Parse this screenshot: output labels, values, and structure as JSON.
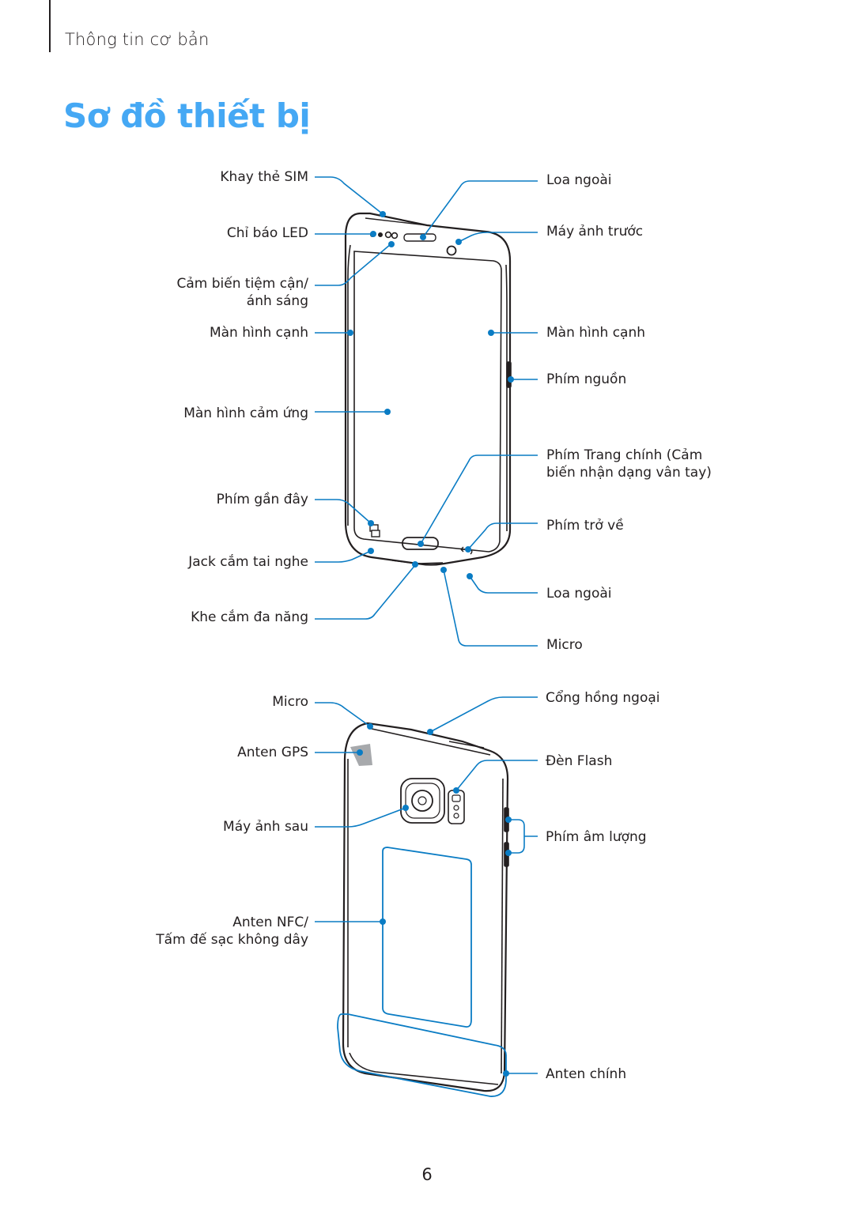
{
  "header": {
    "section": "Thông tin cơ bản"
  },
  "title": "Sơ đồ thiết bị",
  "front_labels": {
    "sim_tray": "Khay thẻ SIM",
    "led": "Chỉ báo LED",
    "prox_line1": "Cảm biến tiệm cận/",
    "prox_line2": "ánh sáng",
    "edge_left": "Màn hình cạnh",
    "touch_screen": "Màn hình cảm ứng",
    "recent": "Phím gần đây",
    "headset": "Jack cắm tai nghe",
    "multipurpose": "Khe cắm đa năng",
    "earpiece": "Loa ngoài",
    "front_camera": "Máy ảnh trước",
    "edge_right": "Màn hình cạnh",
    "power": "Phím nguồn",
    "home_line1": "Phím Trang chính (Cảm",
    "home_line2": "biến nhận dạng vân tay)",
    "back": "Phím trở về",
    "speaker": "Loa ngoài",
    "mic_bottom": "Micro"
  },
  "back_labels": {
    "mic_top": "Micro",
    "gps": "Anten GPS",
    "rear_camera": "Máy ảnh sau",
    "nfc_line1": "Anten NFC/",
    "nfc_line2": "Tấm đế sạc không dây",
    "ir": "Cổng hồng ngoại",
    "flash": "Đèn Flash",
    "volume": "Phím âm lượng",
    "main_antenna": "Anten chính"
  },
  "colors": {
    "accent": "#45a8f4",
    "callout": "#0a7cc4",
    "device": "#231f20"
  },
  "page_number": "6"
}
